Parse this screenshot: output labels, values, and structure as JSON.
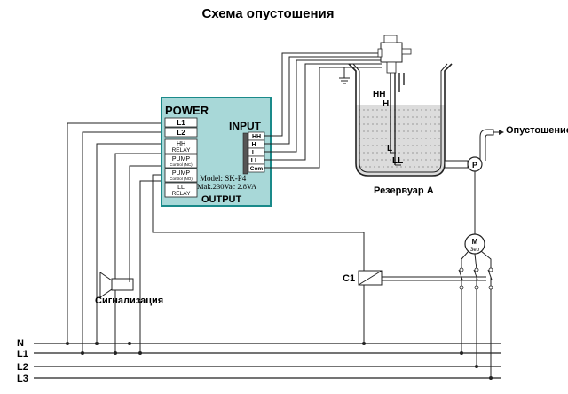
{
  "title": "Схема опустошения",
  "controller": {
    "power_label": "POWER",
    "input_label": "INPUT",
    "output_label": "OUTPUT",
    "model": "Model: SK-P4",
    "rating": "Mak.230Vac 2.8VA",
    "terminals_left": [
      {
        "line1": "L1",
        "line2": ""
      },
      {
        "line1": "L2",
        "line2": ""
      },
      {
        "line1": "HH",
        "line2": "RELAY"
      },
      {
        "line1": "PUMP",
        "line2": "Control (NC)"
      },
      {
        "line1": "PUMP",
        "line2": "Control (NO)"
      },
      {
        "line1": "LL",
        "line2": "RELAY"
      }
    ],
    "terminals_input": [
      "HH",
      "H",
      "L",
      "LL",
      "Com"
    ]
  },
  "tank": {
    "label": "Резервуар А",
    "levels": [
      "HH",
      "H",
      "L",
      "LL"
    ]
  },
  "outlet_label": "Опустошение",
  "pump_symbol": "P",
  "motor": {
    "letter": "M",
    "phases": "3ep"
  },
  "contactor_label": "C1",
  "alarm_label": "Сигнализация",
  "bus_labels": [
    "N",
    "L1",
    "L2",
    "L3"
  ],
  "colors": {
    "controller_fill": "#a8d8d8",
    "controller_border": "#1a8a8a",
    "water": "#d8d8d8",
    "wire": "#222222"
  }
}
